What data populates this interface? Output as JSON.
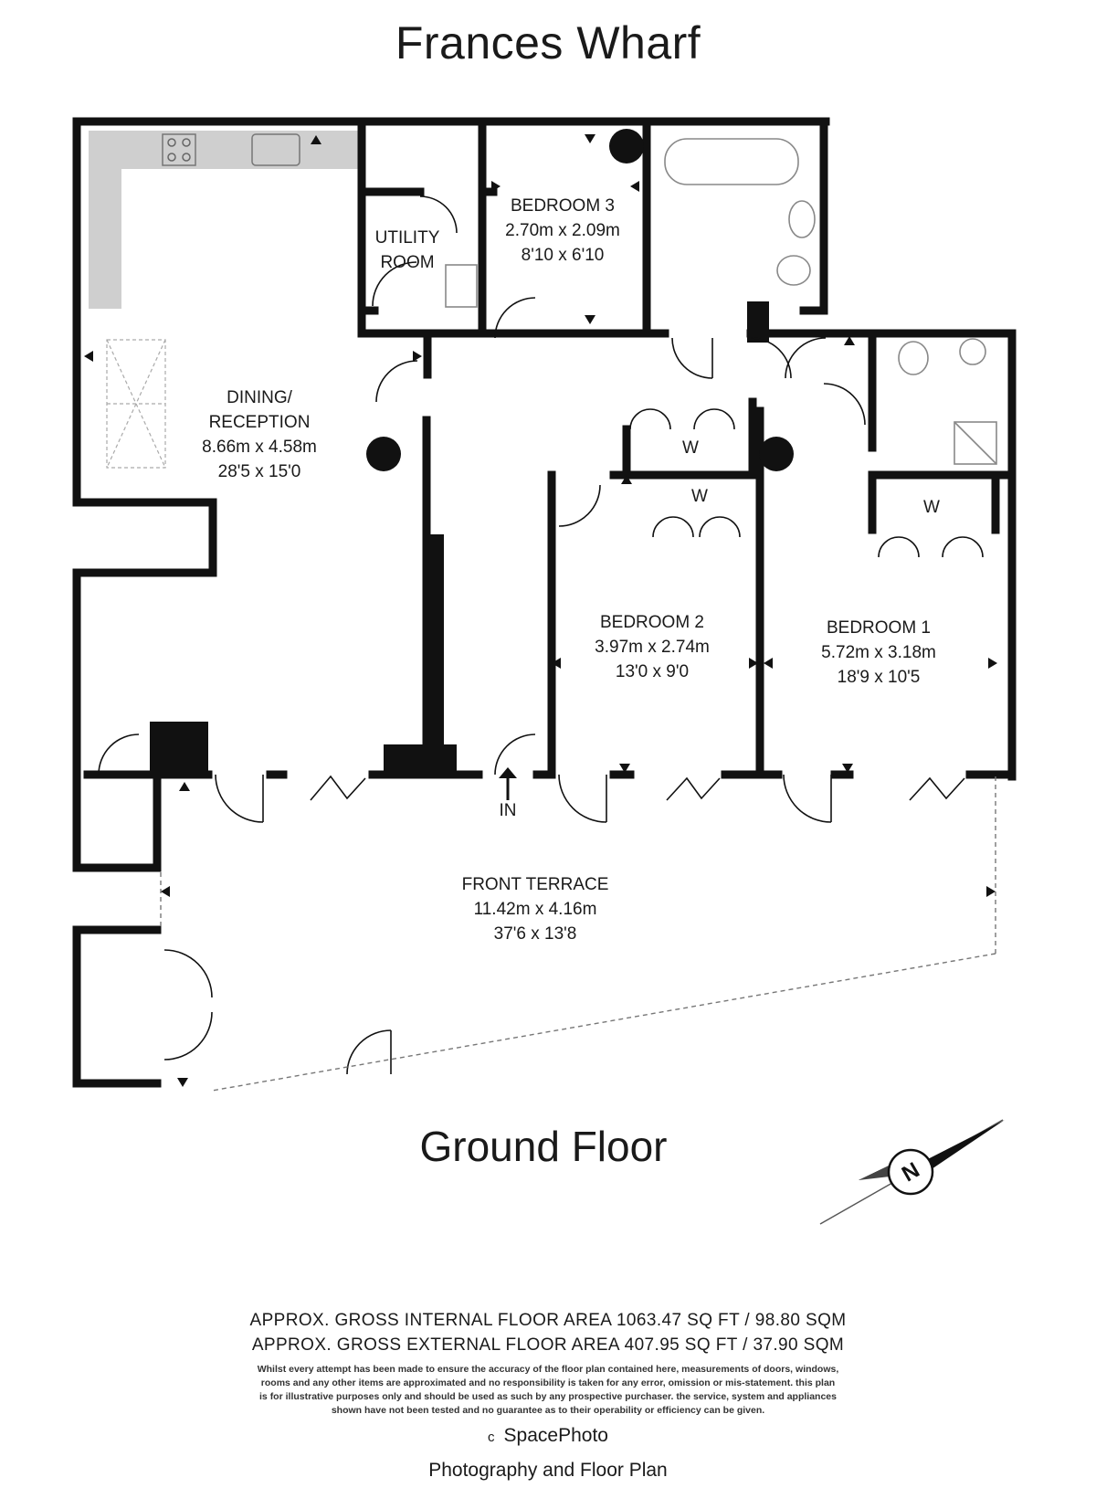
{
  "title": "Frances Wharf",
  "floor_name": "Ground Floor",
  "rooms": {
    "utility": {
      "line1": "UTILITY",
      "line2": "ROOM"
    },
    "bedroom3": {
      "name": "BEDROOM 3",
      "metric": "2.70m x 2.09m",
      "imperial": "8'10 x 6'10"
    },
    "dining": {
      "name1": "DINING/",
      "name2": "RECEPTION",
      "metric": "8.66m x 4.58m",
      "imperial": "28'5 x 15'0"
    },
    "bedroom2": {
      "name": "BEDROOM 2",
      "metric": "3.97m x 2.74m",
      "imperial": "13'0 x 9'0"
    },
    "bedroom1": {
      "name": "BEDROOM 1",
      "metric": "5.72m x 3.18m",
      "imperial": "18'9 x 10'5"
    },
    "terrace": {
      "name": "FRONT TERRACE",
      "metric": "11.42m x 4.16m",
      "imperial": "37'6 x 13'8"
    }
  },
  "wardrobe_label": "W",
  "entrance_label": "IN",
  "compass_letter": "N",
  "area": {
    "internal": "APPROX. GROSS INTERNAL FLOOR AREA 1063.47 SQ FT / 98.80 SQM",
    "external": "APPROX. GROSS EXTERNAL FLOOR AREA 407.95 SQ FT / 37.90 SQM"
  },
  "disclaimer": "Whilst every attempt has been made to ensure the accuracy of the floor plan contained here, measurements of doors, windows, rooms and any other items are approximated and no responsibility is taken for any error, omission or mis-statement. this plan is for illustrative purposes only and should be used as such by any prospective purchaser. the service, system and appliances shown have not been tested and no guarantee as to their operability or efficiency can be given.",
  "copyright_symbol": "c",
  "copyright": "SpacePhoto",
  "credit": "Photography and Floor Plan"
}
